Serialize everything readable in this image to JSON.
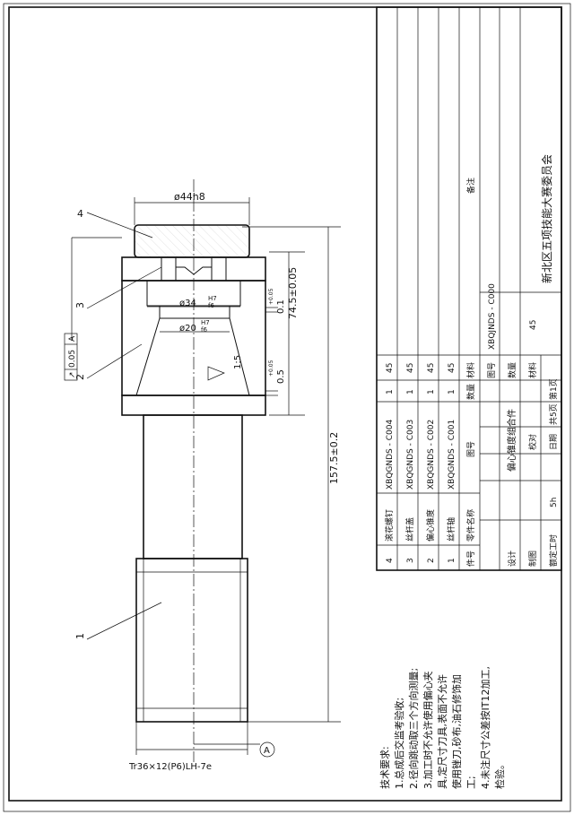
{
  "drawing": {
    "dims": {
      "head_dia": "ø44h8",
      "bore1": "ø34",
      "bore1_fit_h": "H7",
      "bore1_fit_f": "f6",
      "bore2": "ø20",
      "bore2_fit_h": "H7",
      "bore2_fit_f": "f6",
      "ecc1": "0.1",
      "ecc1_tol": "+0.05",
      "ecc1_tol_low": "0",
      "ecc2": "0.5",
      "ecc2_tol": "+0.05",
      "ecc2_tol_low": "0",
      "len1": "74.5±0.05",
      "len_total": "157.5±0.2",
      "taper": "1:5",
      "thread": "Tr36×12(P6)LH-7e"
    },
    "tolerance_frame": {
      "symbol": "↗",
      "value": "0.05",
      "datum": "A"
    },
    "datum_label": "A",
    "balloons": [
      "4",
      "3",
      "2",
      "1"
    ]
  },
  "notes": {
    "lines": [
      "技术要求:",
      "1.总成后交监考验收;",
      "2.径向跳动取三个方向测量;",
      "3.加工时不允许使用偏心夹",
      "具,定尺寸刀具,表面不允许",
      "使用锉刀,砂布,油石修饰加",
      "工;",
      "4.未注尺寸公差按IT12加工,",
      "检验。"
    ]
  },
  "title_block": {
    "parts": [
      {
        "no": "4",
        "name": "滚花螺钉",
        "code": "XBQGNDS - C004",
        "qty": "1",
        "mat": "45"
      },
      {
        "no": "3",
        "name": "丝杆盖",
        "code": "XBQGNDS - C003",
        "qty": "1",
        "mat": "45"
      },
      {
        "no": "2",
        "name": "偏心锥度",
        "code": "XBQGNDS - C002",
        "qty": "1",
        "mat": "45"
      },
      {
        "no": "1",
        "name": "丝杆轴",
        "code": "XBQGNDS - C001",
        "qty": "1",
        "mat": "45"
      }
    ],
    "header": {
      "no": "件号",
      "name": "零件名称",
      "code": "图号",
      "qty": "数量",
      "mat": "材料",
      "remark": "备注"
    },
    "assembly_name": "偏心锥度组合件",
    "drawing_no_label": "图号",
    "drawing_no": "XBQJNDS - C000",
    "qty_label": "数量",
    "mat_label": "材料",
    "mat_value": "45",
    "design": "设计",
    "draw": "制图",
    "rated_time_label": "额定工时",
    "rated_time": "5h",
    "check": "校对",
    "date": "日期",
    "total_pages": "共5页",
    "page": "第1页",
    "org": "新北区五项技能大赛委员会"
  }
}
